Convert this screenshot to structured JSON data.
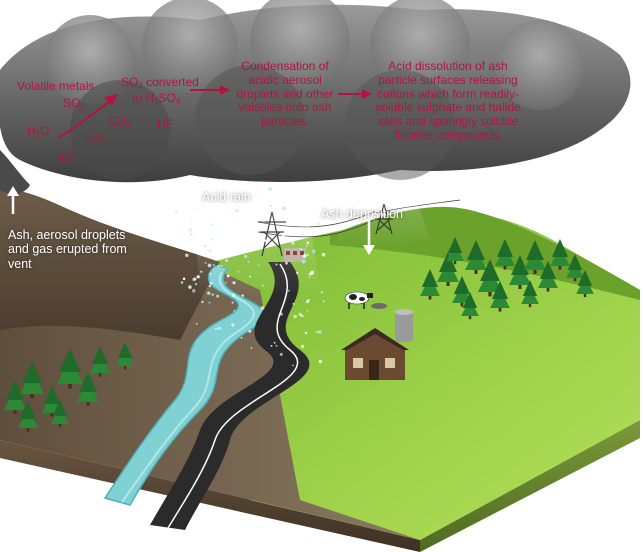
{
  "colors": {
    "plume": "#5a5a5a",
    "process_text": "#b01540",
    "annotation_text": "#ffffff",
    "grass": "#8cc63f",
    "ash_ground": "#7a6a55",
    "river": "#7fd1d4",
    "road": "#2b2b2b"
  },
  "volatiles": {
    "volatile_metals": "Volatile metals",
    "so2": "SO",
    "so2_sub": "2",
    "h2o": "H",
    "h2o_sub": "2",
    "h2o_end": "O",
    "h2s": "H",
    "h2s_sub": "2",
    "h2s_end": "S",
    "co2": "CO",
    "co2_sub": "2",
    "hf": "HF",
    "hcl": "HCl"
  },
  "steps": {
    "so2_converted_a": "SO",
    "so2_converted_sub": "2",
    "so2_converted_b": " converted",
    "to_h2so4_a": "to H",
    "to_h2so4_sub1": "2",
    "to_h2so4_b": "SO",
    "to_h2so4_sub2": "4",
    "condensation": "Condensation of acidic aerosol droplets and other volatiles onto ash particles.",
    "dissolution": "Acid dissolution of ash particle surfaces releasing cations which form readily-soluble sulphate and halide salts and sparingly soluble fluoride compounds."
  },
  "annotations": {
    "vent": "Ash, aerosol droplets and gas erupted from vent",
    "acid_rain": "Acid rain",
    "ash_deposition": "Ash deposition"
  },
  "icons": [
    "arrow-up-icon",
    "arrow-down-icon",
    "curved-arrow-icon",
    "pylon-icon",
    "cow-icon",
    "house-icon",
    "tree-icon"
  ]
}
